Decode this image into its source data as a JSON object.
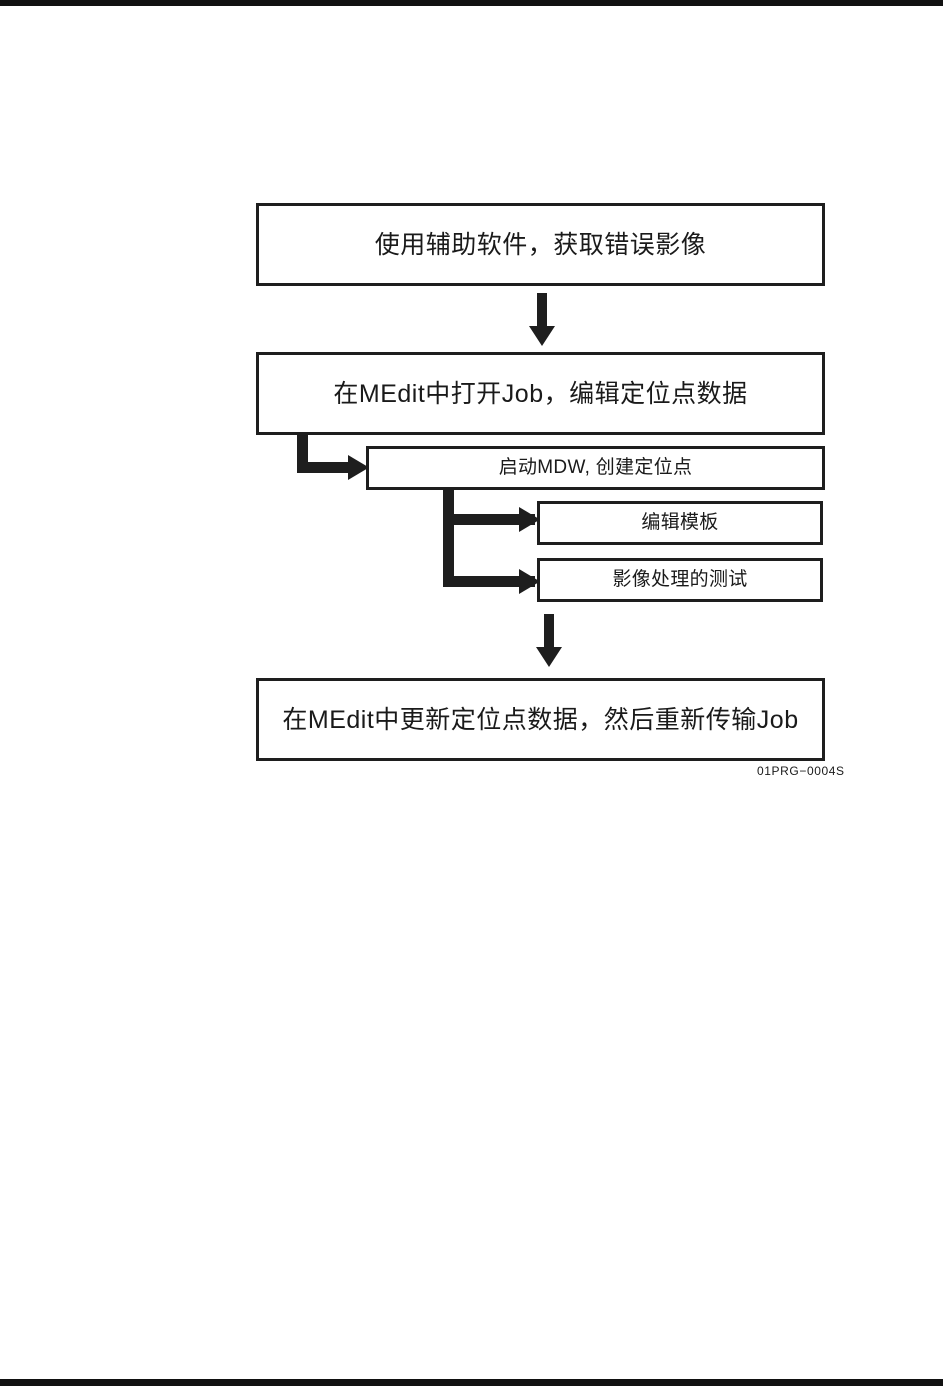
{
  "document": {
    "type": "flowchart",
    "language": "zh-CN",
    "figure_code": "01PRG−0004S"
  },
  "flowchart": {
    "nodes": [
      {
        "id": "n1",
        "label": "使用辅助软件，获取错误影像",
        "level": "main"
      },
      {
        "id": "n2",
        "label": "在MEdit中打开Job，编辑定位点数据",
        "level": "main"
      },
      {
        "id": "n3",
        "label": "启动MDW, 创建定位点",
        "level": "sub"
      },
      {
        "id": "n4",
        "label": "编辑模板",
        "level": "subsub"
      },
      {
        "id": "n5",
        "label": "影像处理的测试",
        "level": "subsub"
      },
      {
        "id": "n6",
        "label": "在MEdit中更新定位点数据，然后重新传输Job",
        "level": "main"
      }
    ],
    "edges": [
      {
        "from": "n1",
        "to": "n2",
        "style": "down-arrow"
      },
      {
        "from": "n2",
        "to": "n3",
        "style": "elbow-right-arrow"
      },
      {
        "from": "n3",
        "to": "n4",
        "style": "elbow-right-arrow"
      },
      {
        "from": "n3",
        "to": "n5",
        "style": "elbow-right-arrow"
      },
      {
        "from": "n3",
        "to": "n6",
        "style": "down-arrow"
      }
    ]
  },
  "colors": {
    "ink": "#1e1e1e",
    "paper": "#ffffff"
  }
}
